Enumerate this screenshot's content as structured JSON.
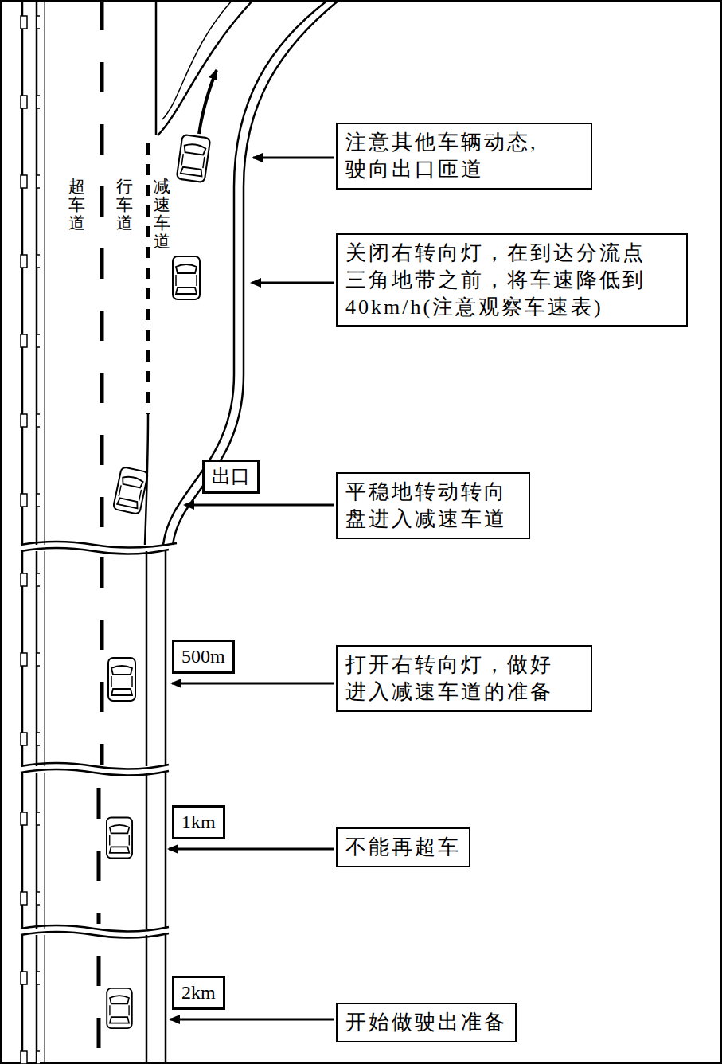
{
  "diagram": {
    "nodes": [
      {
        "text": [
          "注意其他车辆动态, 驶向出口匝道"
        ]
      },
      {
        "text": [
          "关闭右转向灯，在到达分流点 三角地带之前，将车速降低到 40km/h(注意观察车速表)"
        ]
      },
      {
        "text": [
          "出口"
        ]
      },
      {
        "text": [
          "平稳地转动转向 盘进入减速车道"
        ]
      },
      {
        "text": [
          "500m"
        ]
      },
      {
        "text": [
          "打开右转向灯，做好 进入减速车道的准备"
        ]
      },
      {
        "text": [
          "1km"
        ]
      },
      {
        "text": [
          "不能再超车"
        ]
      },
      {
        "text": [
          "2km"
        ]
      },
      {
        "text": [
          "开始做驶出准备"
        ]
      }
    ],
    "labels": [
      "超车道",
      "行车道",
      "减速车道"
    ]
  }
}
